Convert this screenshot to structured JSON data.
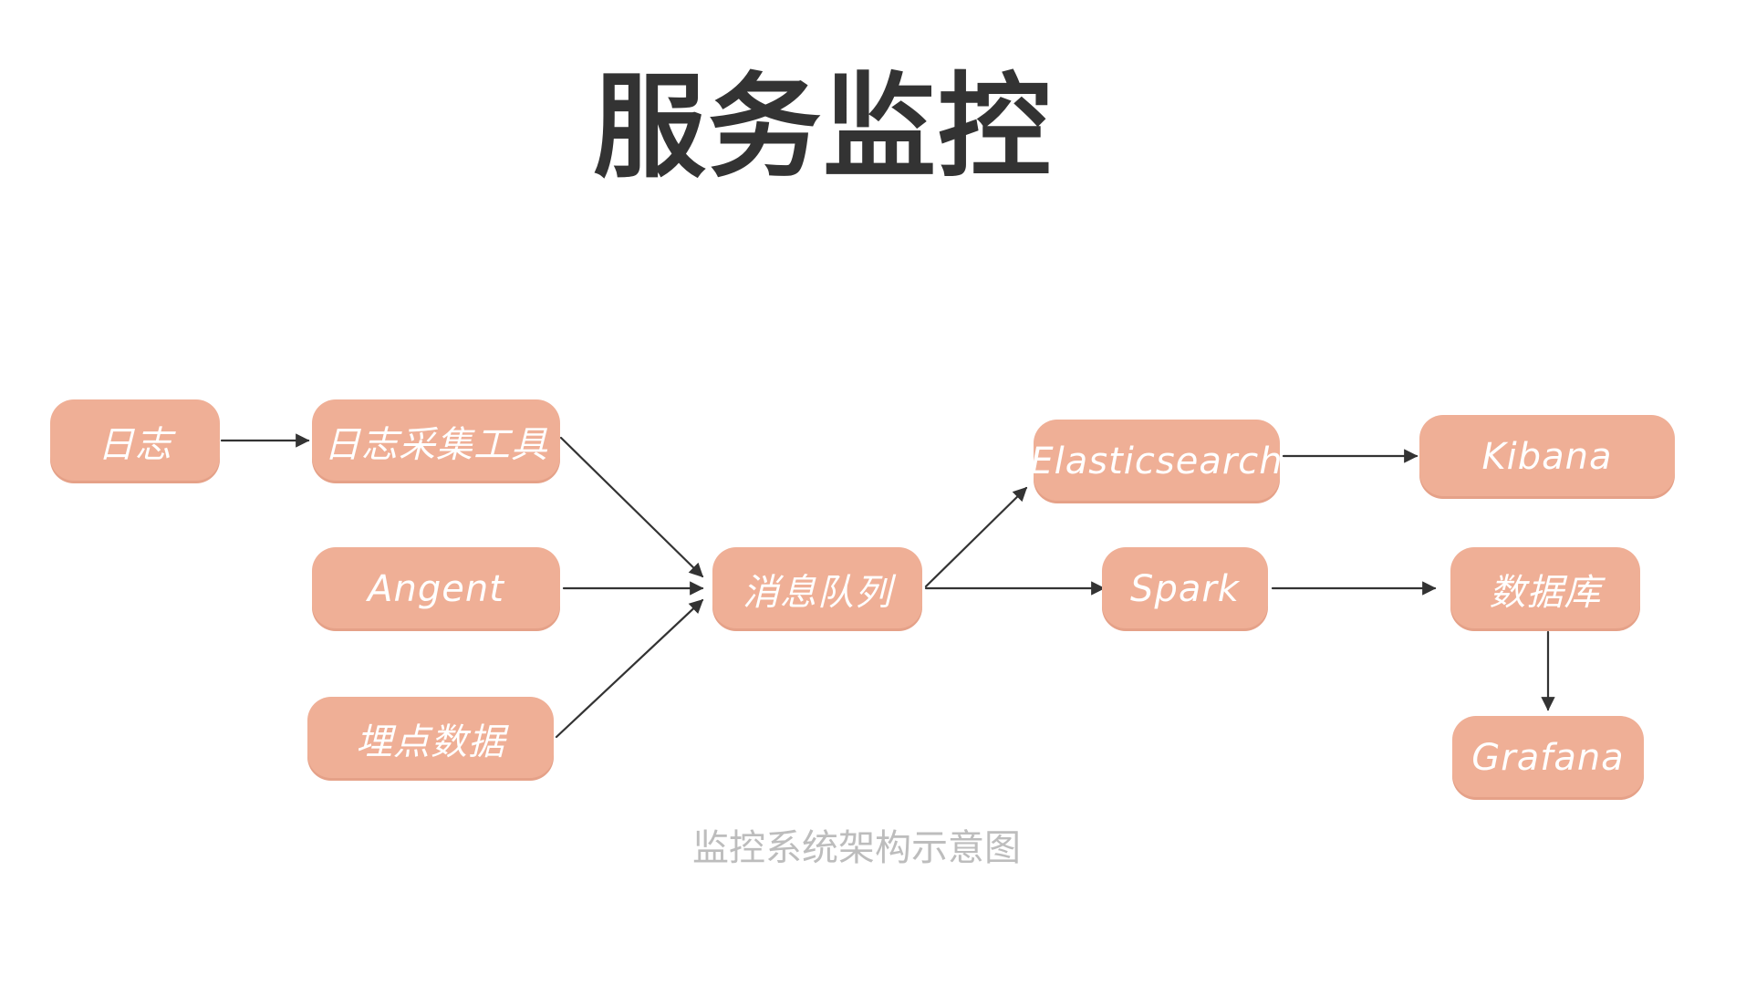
{
  "title": "服务监控",
  "caption": "监控系统架构示意图",
  "nodes": {
    "log": "日志",
    "log_collector": "日志采集工具",
    "agent": "Angent",
    "tracking_data": "埋点数据",
    "message_queue": "消息队列",
    "elasticsearch": "Elasticsearch",
    "spark": "Spark",
    "kibana": "Kibana",
    "database": "数据库",
    "grafana": "Grafana"
  },
  "colors": {
    "node_fill": "#efaf96",
    "node_text": "#ffffff",
    "title": "#333333",
    "caption": "#bdbdbd",
    "arrow": "#333333"
  }
}
